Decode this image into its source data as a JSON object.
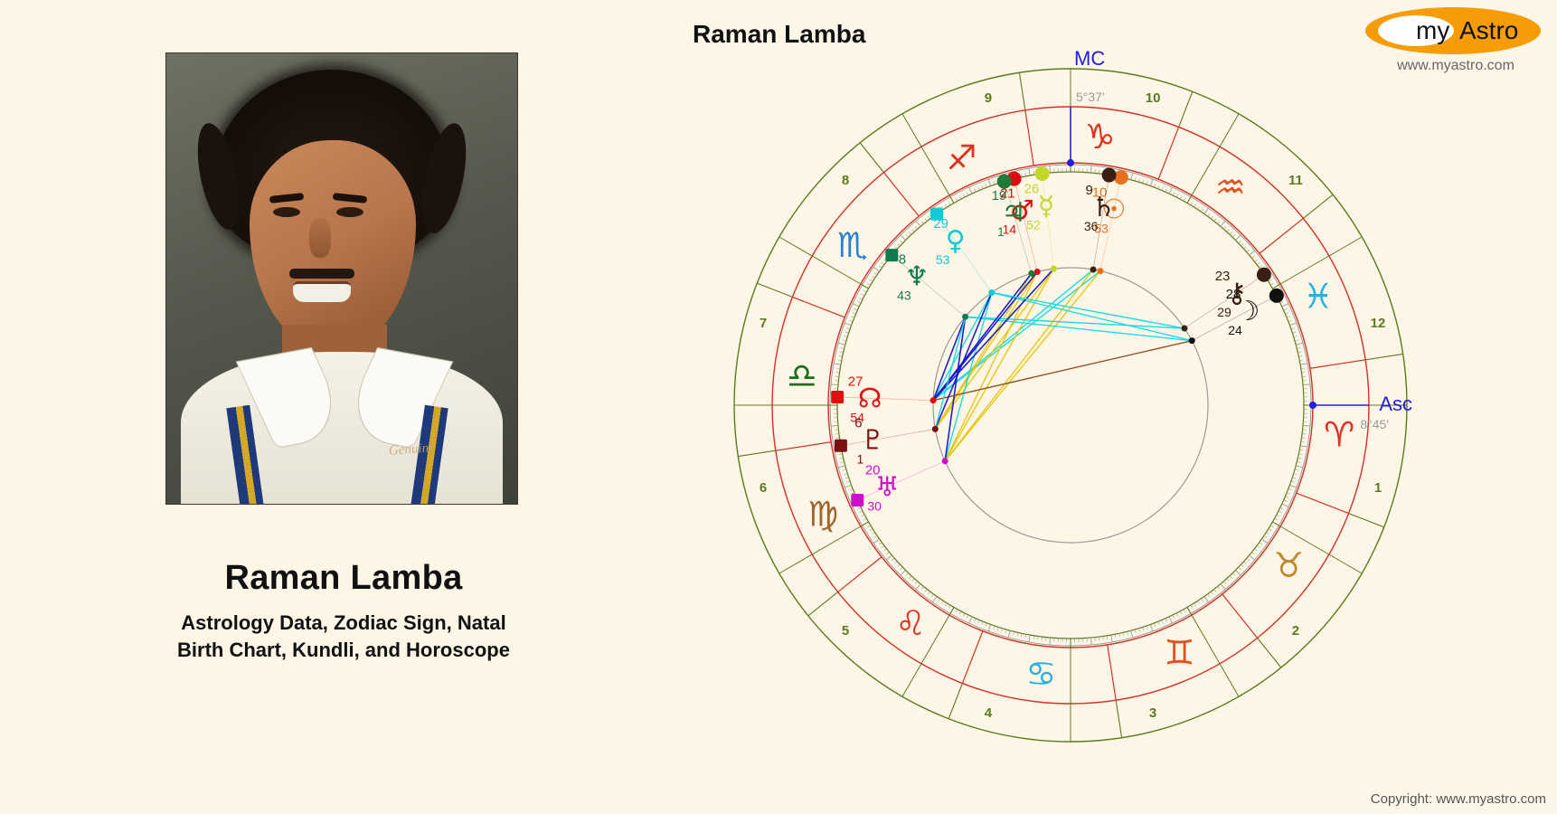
{
  "page": {
    "background": "#fdf6e6",
    "copyright": "Copyright: www.myastro.com"
  },
  "logo": {
    "word_my": "my",
    "word_astro": "Astro",
    "url": "www.myastro.com",
    "brand_color": "#f59c07"
  },
  "portrait": {
    "signature": "Genuine",
    "subject": "Raman Lamba"
  },
  "caption": {
    "name": "Raman Lamba",
    "subtitle_line1": "Astrology Data, Zodiac Sign, Natal",
    "subtitle_line2": "Birth Chart, Kundli, and Horoscope"
  },
  "chart": {
    "title": "Raman Lamba",
    "type": "natal-wheel",
    "angles": [
      {
        "name": "MC",
        "label": "MC",
        "degree_text": "5°37'",
        "color": "#2020dd",
        "angle_deg": 90
      },
      {
        "name": "Asc",
        "label": "Asc",
        "degree_text": "8°45'",
        "color": "#2020dd",
        "angle_deg": 180
      }
    ],
    "house_numbers": [
      "1",
      "2",
      "3",
      "4",
      "5",
      "6",
      "7",
      "8",
      "9",
      "10",
      "11",
      "12"
    ],
    "house_number_color": "#5d7a1e",
    "ring_colors": {
      "outer_ring": "#5d7a1e",
      "sign_ring": "#d33028",
      "degree_ring": "#8a8a8a",
      "inner_circle": "#8a8a8a"
    },
    "zodiac_signs": [
      {
        "name": "Aries",
        "glyph": "♈",
        "color": "#e03020"
      },
      {
        "name": "Taurus",
        "glyph": "♉",
        "color": "#c08a2e"
      },
      {
        "name": "Gemini",
        "glyph": "♊",
        "color": "#e0501f"
      },
      {
        "name": "Cancer",
        "glyph": "♋",
        "color": "#29aee0"
      },
      {
        "name": "Leo",
        "glyph": "♌",
        "color": "#e03020"
      },
      {
        "name": "Virgo",
        "glyph": "♍",
        "color": "#a0622e"
      },
      {
        "name": "Libra",
        "glyph": "♎",
        "color": "#1f6e1f"
      },
      {
        "name": "Scorpio",
        "glyph": "♏",
        "color": "#2b7fd4"
      },
      {
        "name": "Sagittarius",
        "glyph": "♐",
        "color": "#e03020"
      },
      {
        "name": "Capricorn",
        "glyph": "♑",
        "color": "#e03020"
      },
      {
        "name": "Aquarius",
        "glyph": "♒",
        "color": "#e0501f"
      },
      {
        "name": "Pisces",
        "glyph": "♓",
        "color": "#29aee0"
      }
    ],
    "planets": [
      {
        "name": "Sun",
        "glyph": "☉",
        "color": "#e8701f",
        "deg": "10",
        "min": "53",
        "wheel_deg": 102.5,
        "marker": "circle"
      },
      {
        "name": "Saturn",
        "glyph": "♄",
        "color": "#3a2012",
        "deg": "9",
        "min": "36",
        "wheel_deg": 99.5,
        "marker": "circle"
      },
      {
        "name": "Mercury",
        "glyph": "☿",
        "color": "#c3d62c",
        "deg": "26",
        "min": "52",
        "wheel_deg": 83.0,
        "marker": "circle"
      },
      {
        "name": "Mars",
        "glyph": "♂",
        "color": "#d81010",
        "deg": "21",
        "min": "14",
        "wheel_deg": 76.0,
        "marker": "circle"
      },
      {
        "name": "Jupiter",
        "glyph": "♃",
        "color": "#1f7a37",
        "deg": "19",
        "min": "1",
        "wheel_deg": 73.5,
        "marker": "circle"
      },
      {
        "name": "Venus",
        "glyph": "♀",
        "color": "#12c9d4",
        "deg": "29",
        "min": "53",
        "wheel_deg": 55.0,
        "marker": "square"
      },
      {
        "name": "Neptune",
        "glyph": "♆",
        "color": "#117a4f",
        "deg": "8",
        "min": "43",
        "wheel_deg": 40.0,
        "marker": "square"
      },
      {
        "name": "North Node",
        "glyph": "☊",
        "color": "#e01010",
        "deg": "27",
        "min": "54",
        "wheel_deg": 2.0,
        "marker": "square"
      },
      {
        "name": "Pluto",
        "glyph": "♇",
        "color": "#7a1010",
        "deg": "6",
        "min": "1",
        "wheel_deg": -10.0,
        "marker": "square"
      },
      {
        "name": "Uranus",
        "glyph": "♅",
        "color": "#cc10cc",
        "deg": "20",
        "min": "30",
        "wheel_deg": -24.0,
        "marker": "square"
      },
      {
        "name": "Moon",
        "glyph": "☽",
        "color": "#111111",
        "deg": "28",
        "min": "24",
        "wheel_deg": 152.0,
        "marker": "circle"
      },
      {
        "name": "Chiron",
        "glyph": "⚷",
        "color": "#3a2012",
        "deg": "23",
        "min": "29",
        "wheel_deg": 146.0,
        "marker": "circle"
      }
    ],
    "aspect_colors": {
      "conjunction": "#c8c8c8",
      "trine": "#1515c8",
      "sextile": "#12d8e8",
      "square": "#e8c40a",
      "opposition": "#8a4a20"
    }
  }
}
